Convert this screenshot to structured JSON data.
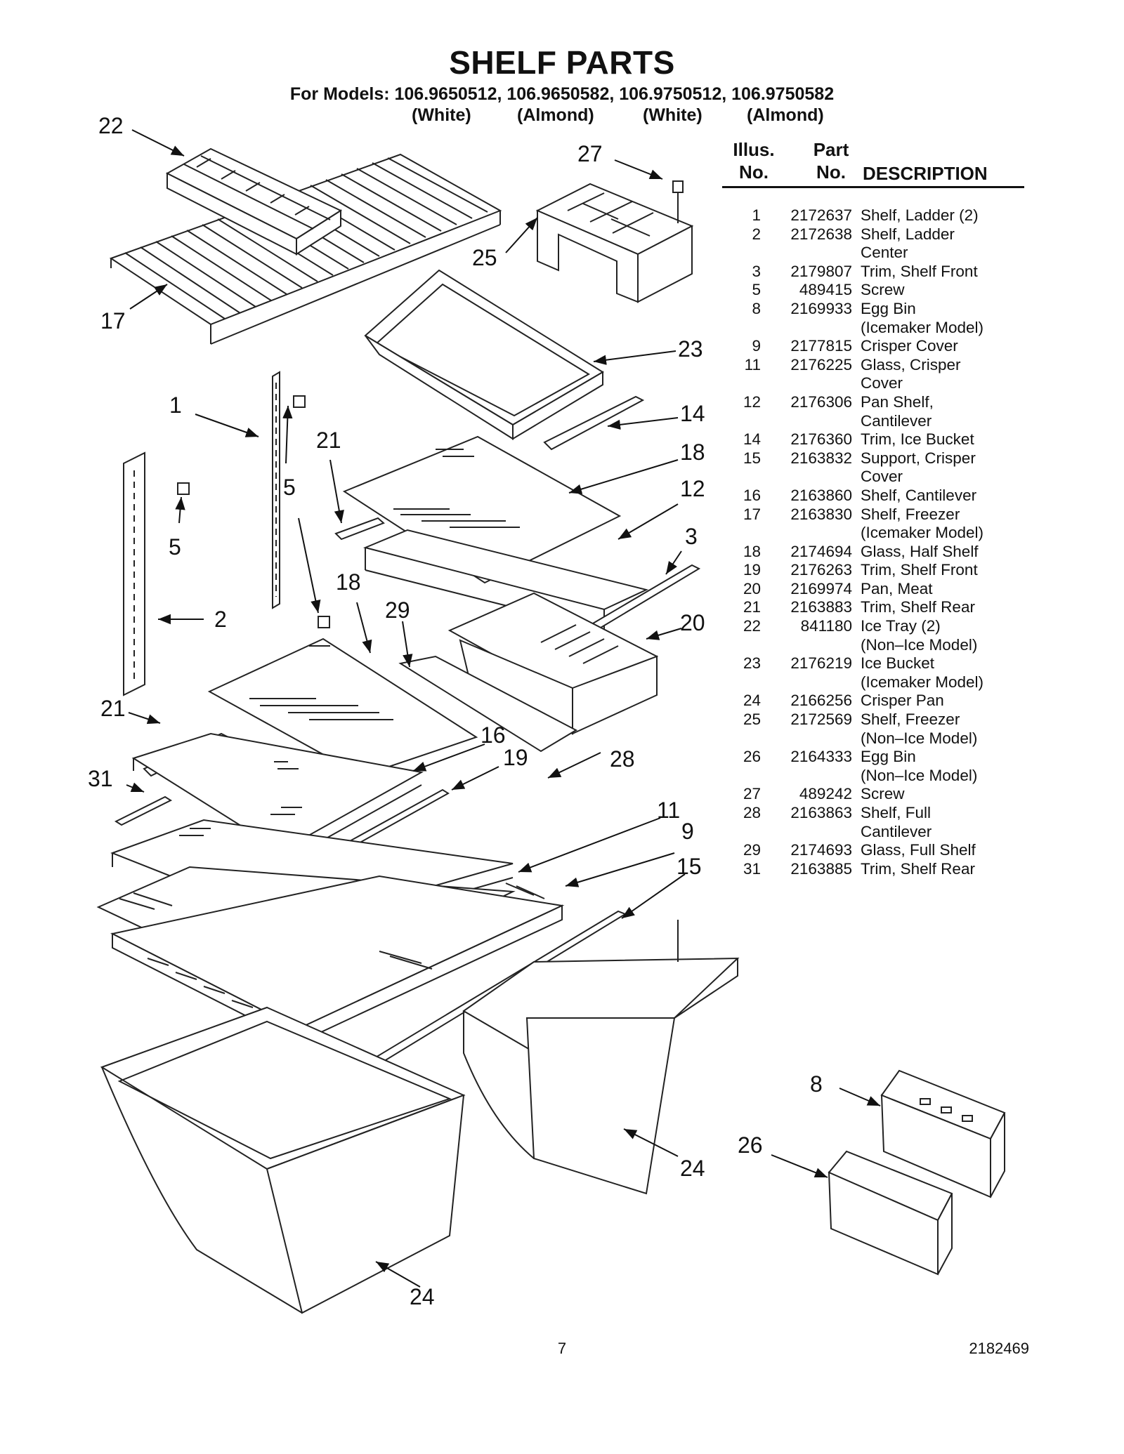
{
  "header": {
    "title": "SHELF PARTS",
    "models": "For Models: 106.9650512, 106.9650582, 106.9750512, 106.9750582",
    "variants": [
      "(White)",
      "(Almond)",
      "(White)",
      "(Almond)"
    ]
  },
  "diagram": {
    "callouts": [
      "22",
      "17",
      "27",
      "25",
      "23",
      "14",
      "1",
      "21",
      "5",
      "5",
      "18",
      "12",
      "3",
      "18",
      "29",
      "20",
      "2",
      "21",
      "16",
      "19",
      "28",
      "31",
      "11",
      "9",
      "15",
      "8",
      "26",
      "24",
      "24"
    ]
  },
  "parts_table": {
    "headers": {
      "illus": "Illus.\nNo.",
      "part": "Part\nNo.",
      "desc": "DESCRIPTION"
    },
    "rows": [
      {
        "illus": "1",
        "part": "2172637",
        "desc": "Shelf, Ladder (2)"
      },
      {
        "illus": "2",
        "part": "2172638",
        "desc": "Shelf, Ladder\nCenter"
      },
      {
        "illus": "3",
        "part": "2179807",
        "desc": "Trim, Shelf Front"
      },
      {
        "illus": "5",
        "part": "489415",
        "desc": "Screw"
      },
      {
        "illus": "8",
        "part": "2169933",
        "desc": "Egg Bin\n(Icemaker Model)"
      },
      {
        "illus": "9",
        "part": "2177815",
        "desc": "Crisper Cover"
      },
      {
        "illus": "11",
        "part": "2176225",
        "desc": "Glass, Crisper\nCover"
      },
      {
        "illus": "12",
        "part": "2176306",
        "desc": "Pan Shelf,\nCantilever"
      },
      {
        "illus": "14",
        "part": "2176360",
        "desc": "Trim, Ice Bucket"
      },
      {
        "illus": "15",
        "part": "2163832",
        "desc": "Support, Crisper\nCover"
      },
      {
        "illus": "16",
        "part": "2163860",
        "desc": "Shelf, Cantilever"
      },
      {
        "illus": "17",
        "part": "2163830",
        "desc": "Shelf, Freezer\n(Icemaker Model)"
      },
      {
        "illus": "18",
        "part": "2174694",
        "desc": "Glass, Half Shelf"
      },
      {
        "illus": "19",
        "part": "2176263",
        "desc": "Trim, Shelf Front"
      },
      {
        "illus": "20",
        "part": "2169974",
        "desc": "Pan, Meat"
      },
      {
        "illus": "21",
        "part": "2163883",
        "desc": "Trim, Shelf Rear"
      },
      {
        "illus": "22",
        "part": "841180",
        "desc": "Ice Tray (2)\n(Non–Ice Model)"
      },
      {
        "illus": "23",
        "part": "2176219",
        "desc": "Ice Bucket\n(Icemaker Model)"
      },
      {
        "illus": "24",
        "part": "2166256",
        "desc": "Crisper Pan"
      },
      {
        "illus": "25",
        "part": "2172569",
        "desc": "Shelf, Freezer\n(Non–Ice Model)"
      },
      {
        "illus": "26",
        "part": "2164333",
        "desc": "Egg Bin\n(Non–Ice Model)"
      },
      {
        "illus": "27",
        "part": "489242",
        "desc": "Screw"
      },
      {
        "illus": "28",
        "part": "2163863",
        "desc": "Shelf, Full\nCantilever"
      },
      {
        "illus": "29",
        "part": "2174693",
        "desc": "Glass, Full Shelf"
      },
      {
        "illus": "31",
        "part": "2163885",
        "desc": "Trim, Shelf Rear"
      }
    ]
  },
  "footer": {
    "page": "7",
    "doc_number": "2182469"
  }
}
